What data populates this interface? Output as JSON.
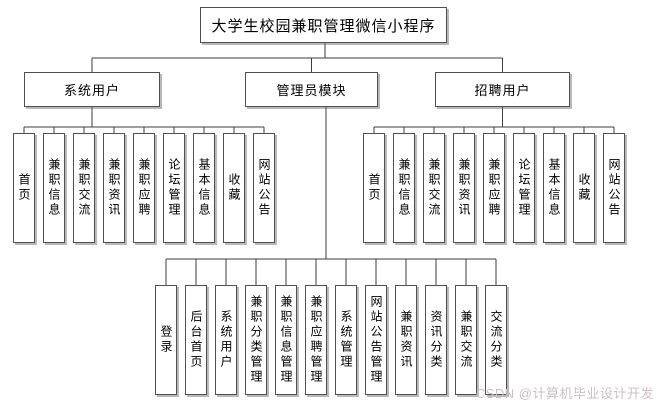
{
  "diagram": {
    "title": "大学生校园兼职管理微信小程序",
    "branches": [
      {
        "label": "系统用户",
        "children": [
          "首页",
          "兼职信息",
          "兼职交流",
          "兼职资讯",
          "兼职应聘",
          "论坛管理",
          "基本信息",
          "收藏",
          "网站公告"
        ]
      },
      {
        "label": "管理员模块",
        "children": [
          "登录",
          "后台首页",
          "系统用户",
          "兼职分类管理",
          "兼职信息管理",
          "兼职应聘管理",
          "系统管理",
          "网站公告管理",
          "兼职资讯",
          "资讯分类",
          "兼职交流",
          "交流分类"
        ]
      },
      {
        "label": "招聘用户",
        "children": [
          "首页",
          "兼职信息",
          "兼职交流",
          "兼职资讯",
          "兼职应聘",
          "论坛管理",
          "基本信息",
          "收藏",
          "网站公告"
        ]
      }
    ],
    "watermark": "CSDN @计算机毕业设计开发",
    "colors": {
      "line": "#3d3d3d",
      "box_border": "#4f4f4f",
      "background": "#ffffff",
      "text": "#000000",
      "watermark": "#cdc0c2"
    }
  }
}
